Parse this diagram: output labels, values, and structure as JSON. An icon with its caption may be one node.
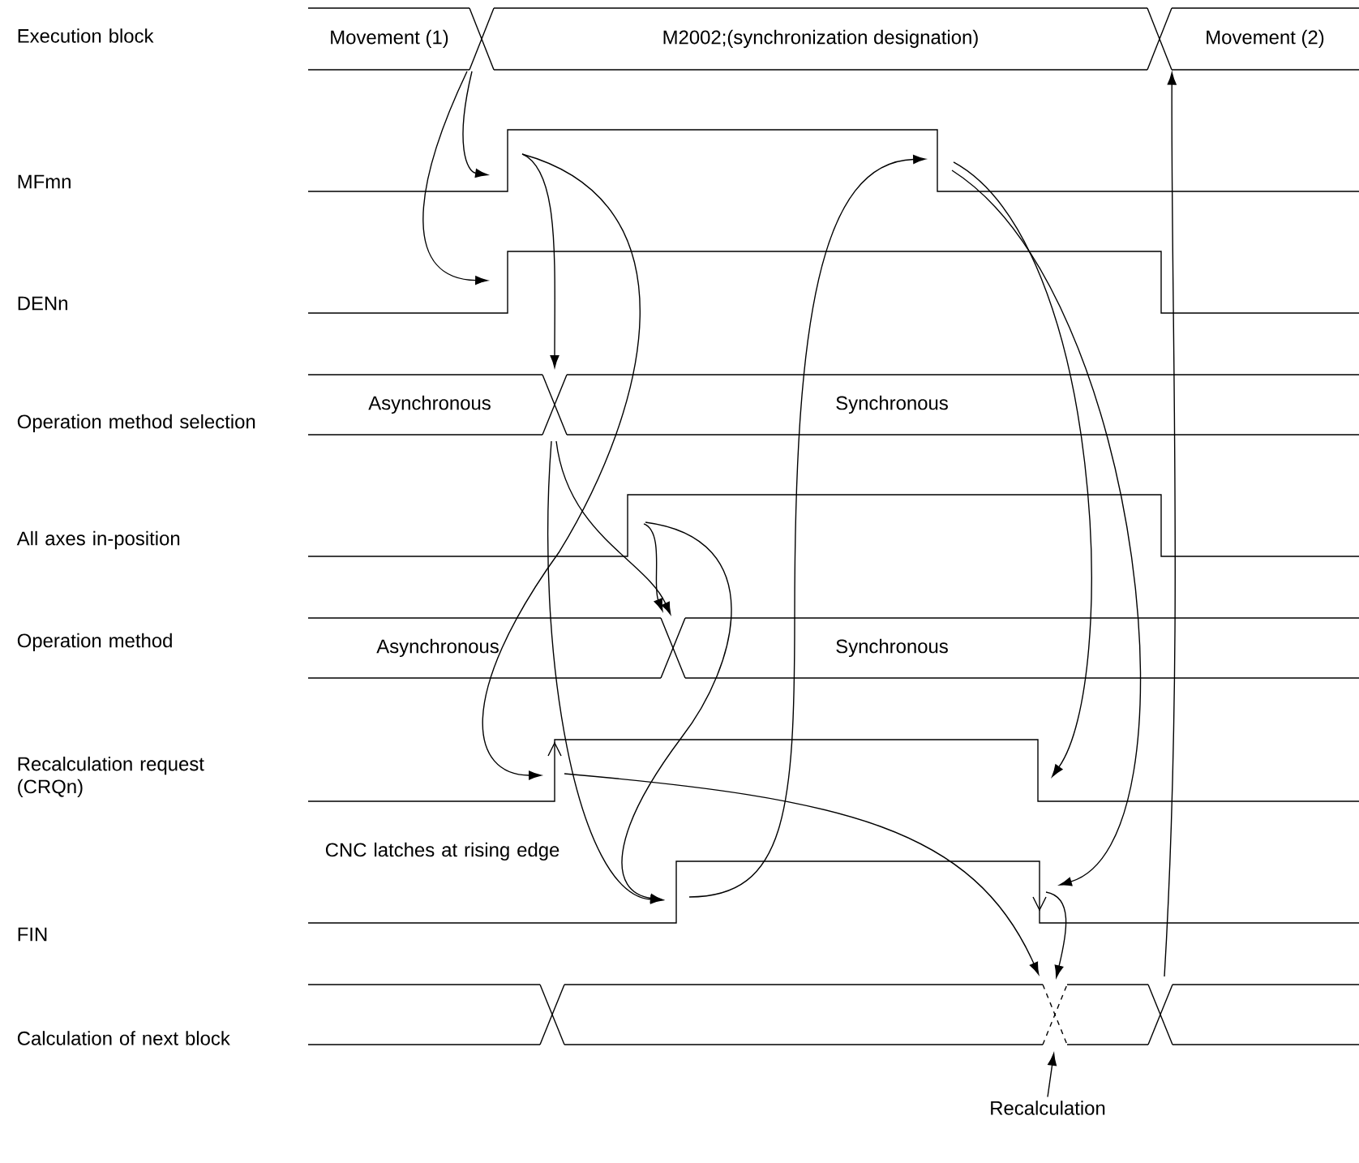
{
  "diagram": {
    "nodes": [
      {
        "text": [
          "Movement (1)"
        ]
      },
      {
        "text": [
          "M2002;(synchronization designation)"
        ]
      },
      {
        "text": [
          "Movement (2)"
        ]
      },
      {
        "text": [
          "Asynchronous"
        ]
      },
      {
        "text": [
          "Synchronous"
        ]
      },
      {
        "text": [
          "Asynchronous"
        ]
      },
      {
        "text": [
          "Synchronous"
        ]
      },
      {
        "text": [
          "Recalculation"
        ]
      }
    ],
    "edges": [
      {
        "from": null,
        "to": 2,
        "arrow": "to"
      },
      {
        "from": 7,
        "to": null,
        "arrow": "to"
      }
    ],
    "labels": [
      "Execution block",
      "MFmn",
      "DENn",
      "Operation method selection",
      "All axes in-position",
      "Operation method",
      "Recalculation request (CRQn)",
      "CNC latches at rising edge",
      "FIN",
      "Calculation of next block"
    ]
  }
}
